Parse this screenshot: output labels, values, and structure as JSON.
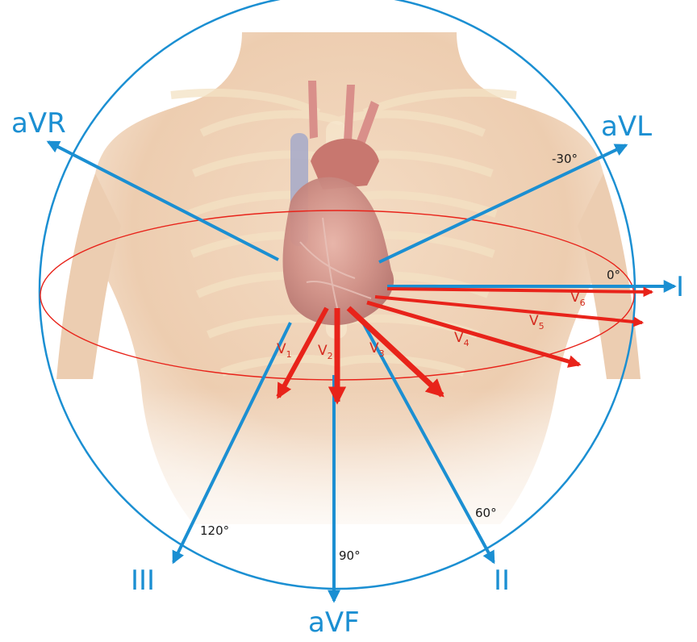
{
  "limb_leads": [
    {
      "id": "aVR",
      "label": "aVR"
    },
    {
      "id": "aVL",
      "label": "aVL"
    },
    {
      "id": "I",
      "label": "I"
    },
    {
      "id": "II",
      "label": "II"
    },
    {
      "id": "aVF",
      "label": "aVF"
    },
    {
      "id": "III",
      "label": "III"
    }
  ],
  "angle_labels": [
    {
      "id": "minus30",
      "text": "-30°"
    },
    {
      "id": "zero",
      "text": "0°"
    },
    {
      "id": "sixty",
      "text": "60°"
    },
    {
      "id": "ninety",
      "text": "90°"
    },
    {
      "id": "onetwenty",
      "text": "120°"
    }
  ],
  "precordial_leads": [
    {
      "id": "V1",
      "letter": "V",
      "sub": "1"
    },
    {
      "id": "V2",
      "letter": "V",
      "sub": "2"
    },
    {
      "id": "V3",
      "letter": "V",
      "sub": "3"
    },
    {
      "id": "V4",
      "letter": "V",
      "sub": "4"
    },
    {
      "id": "V5",
      "letter": "V",
      "sub": "5"
    },
    {
      "id": "V6",
      "letter": "V",
      "sub": "6"
    }
  ],
  "colors": {
    "limb_axis": "#1b8fd2",
    "precordial": "#e8231a",
    "horizontal_plane": "#e8231a",
    "skin": "#efd2b6",
    "heart": "#c9847e"
  }
}
